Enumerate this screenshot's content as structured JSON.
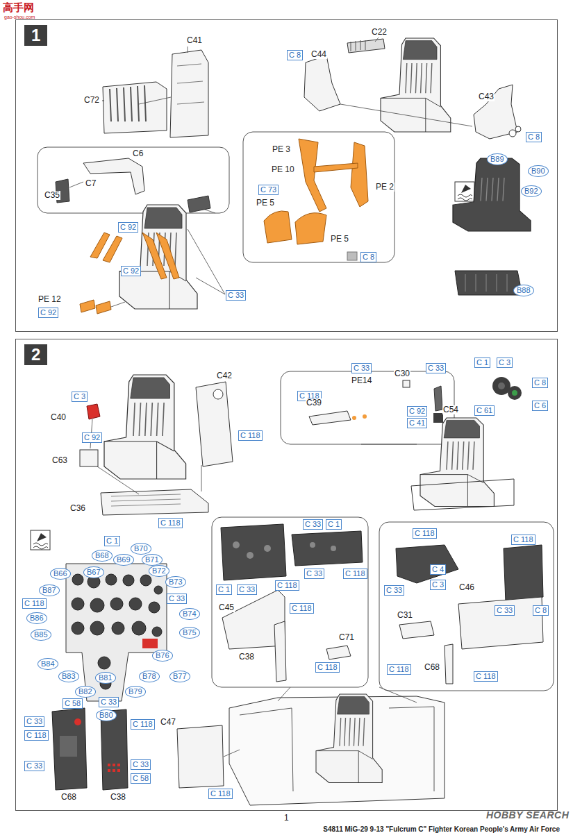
{
  "diagram": {
    "nodes": [
      {
        "text": [
          "1"
        ]
      },
      {
        "text": [
          "2"
        ]
      }
    ],
    "labels": [
      "高手网",
      "gao-shou.com",
      "C41",
      "C72",
      "C22",
      "C 8",
      "C44",
      "C43",
      "C 8",
      "B89",
      "B90",
      "B92",
      "B88",
      "C6",
      "C7",
      "C35",
      "C 92",
      "C 92",
      "C 33",
      "PE 12",
      "C 92",
      "PE 3",
      "PE 10",
      "PE 2",
      "C 73",
      "PE 5",
      "PE 5",
      "C 8",
      "C42",
      "C 3",
      "C40",
      "C 92",
      "C63",
      "C 118",
      "C36",
      "C 118",
      "C 118",
      "C 33",
      "PE14",
      "C39",
      "C30",
      "C 33",
      "C 92",
      "C54",
      "C 41",
      "C 1",
      "C 3",
      "C 8",
      "C 61",
      "C 6",
      "C 1",
      "B68",
      "B69",
      "B70",
      "B71",
      "B72",
      "B73",
      "C 33",
      "B74",
      "B75",
      "B76",
      "B77",
      "B78",
      "B79",
      "C 33",
      "B80",
      "B81",
      "B82",
      "B83",
      "B84",
      "B85",
      "B86",
      "C 118",
      "B87",
      "B66",
      "B67",
      "C 58",
      "C 33",
      "C 118",
      "C 33",
      "C68",
      "C 118",
      "C 33",
      "C 58",
      "C38",
      "C 1",
      "C 33",
      "C 118",
      "C 33",
      "C 1",
      "C 33",
      "C 118",
      "C 118",
      "C45",
      "C71",
      "C 118",
      "C38",
      "C 118",
      "C 118",
      "C 4",
      "C 33",
      "C 3",
      "C46",
      "C 33",
      "C 8",
      "C31",
      "C 118",
      "C68",
      "C 118",
      "C47",
      "C 118",
      "1",
      "S4811 MiG-29 9-13 \"Fulcrum C\" Fighter Korean People's Army Air Force",
      "HOBBY SEARCH"
    ]
  }
}
